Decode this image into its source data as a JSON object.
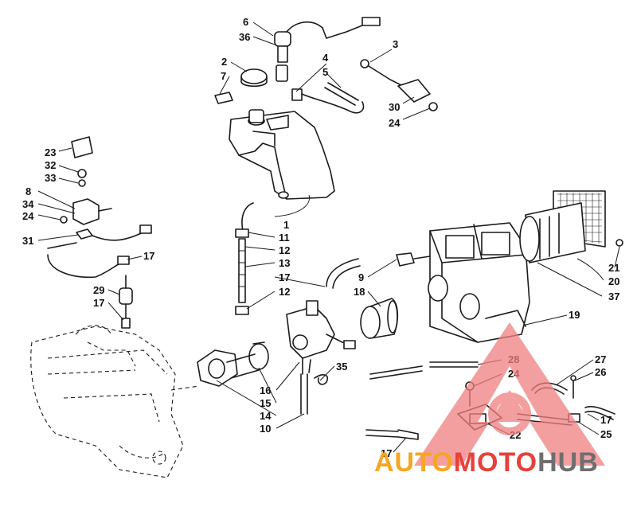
{
  "callouts": [
    {
      "id": "6",
      "label": "6"
    },
    {
      "id": "36",
      "label": "36"
    },
    {
      "id": "2",
      "label": "2"
    },
    {
      "id": "7",
      "label": "7"
    },
    {
      "id": "4",
      "label": "4"
    },
    {
      "id": "5",
      "label": "5"
    },
    {
      "id": "3",
      "label": "3"
    },
    {
      "id": "30",
      "label": "30"
    },
    {
      "id": "24a",
      "label": "24"
    },
    {
      "id": "23",
      "label": "23"
    },
    {
      "id": "32",
      "label": "32"
    },
    {
      "id": "33",
      "label": "33"
    },
    {
      "id": "8",
      "label": "8"
    },
    {
      "id": "34",
      "label": "34"
    },
    {
      "id": "24b",
      "label": "24"
    },
    {
      "id": "31",
      "label": "31"
    },
    {
      "id": "17a",
      "label": "17"
    },
    {
      "id": "29",
      "label": "29"
    },
    {
      "id": "17b",
      "label": "17"
    },
    {
      "id": "1",
      "label": "1"
    },
    {
      "id": "11",
      "label": "11"
    },
    {
      "id": "12a",
      "label": "12"
    },
    {
      "id": "13",
      "label": "13"
    },
    {
      "id": "17c",
      "label": "17"
    },
    {
      "id": "12b",
      "label": "12"
    },
    {
      "id": "9",
      "label": "9"
    },
    {
      "id": "18",
      "label": "18"
    },
    {
      "id": "21",
      "label": "21"
    },
    {
      "id": "20",
      "label": "20"
    },
    {
      "id": "37",
      "label": "37"
    },
    {
      "id": "19",
      "label": "19"
    },
    {
      "id": "35",
      "label": "35"
    },
    {
      "id": "16",
      "label": "16"
    },
    {
      "id": "15",
      "label": "15"
    },
    {
      "id": "14",
      "label": "14"
    },
    {
      "id": "10",
      "label": "10"
    },
    {
      "id": "27",
      "label": "27"
    },
    {
      "id": "28",
      "label": "28"
    },
    {
      "id": "24c",
      "label": "24"
    },
    {
      "id": "26",
      "label": "26"
    },
    {
      "id": "17d",
      "label": "17"
    },
    {
      "id": "25",
      "label": "25"
    },
    {
      "id": "22",
      "label": "22"
    },
    {
      "id": "17e",
      "label": "17"
    }
  ],
  "watermark": {
    "part1": "AUTO",
    "part2": "MOTO",
    "part3": "HUB",
    "color_orange": "#f5a623",
    "color_red": "#e8403a",
    "color_gray": "#6e6e6e",
    "triangle_color": "#f08080"
  }
}
